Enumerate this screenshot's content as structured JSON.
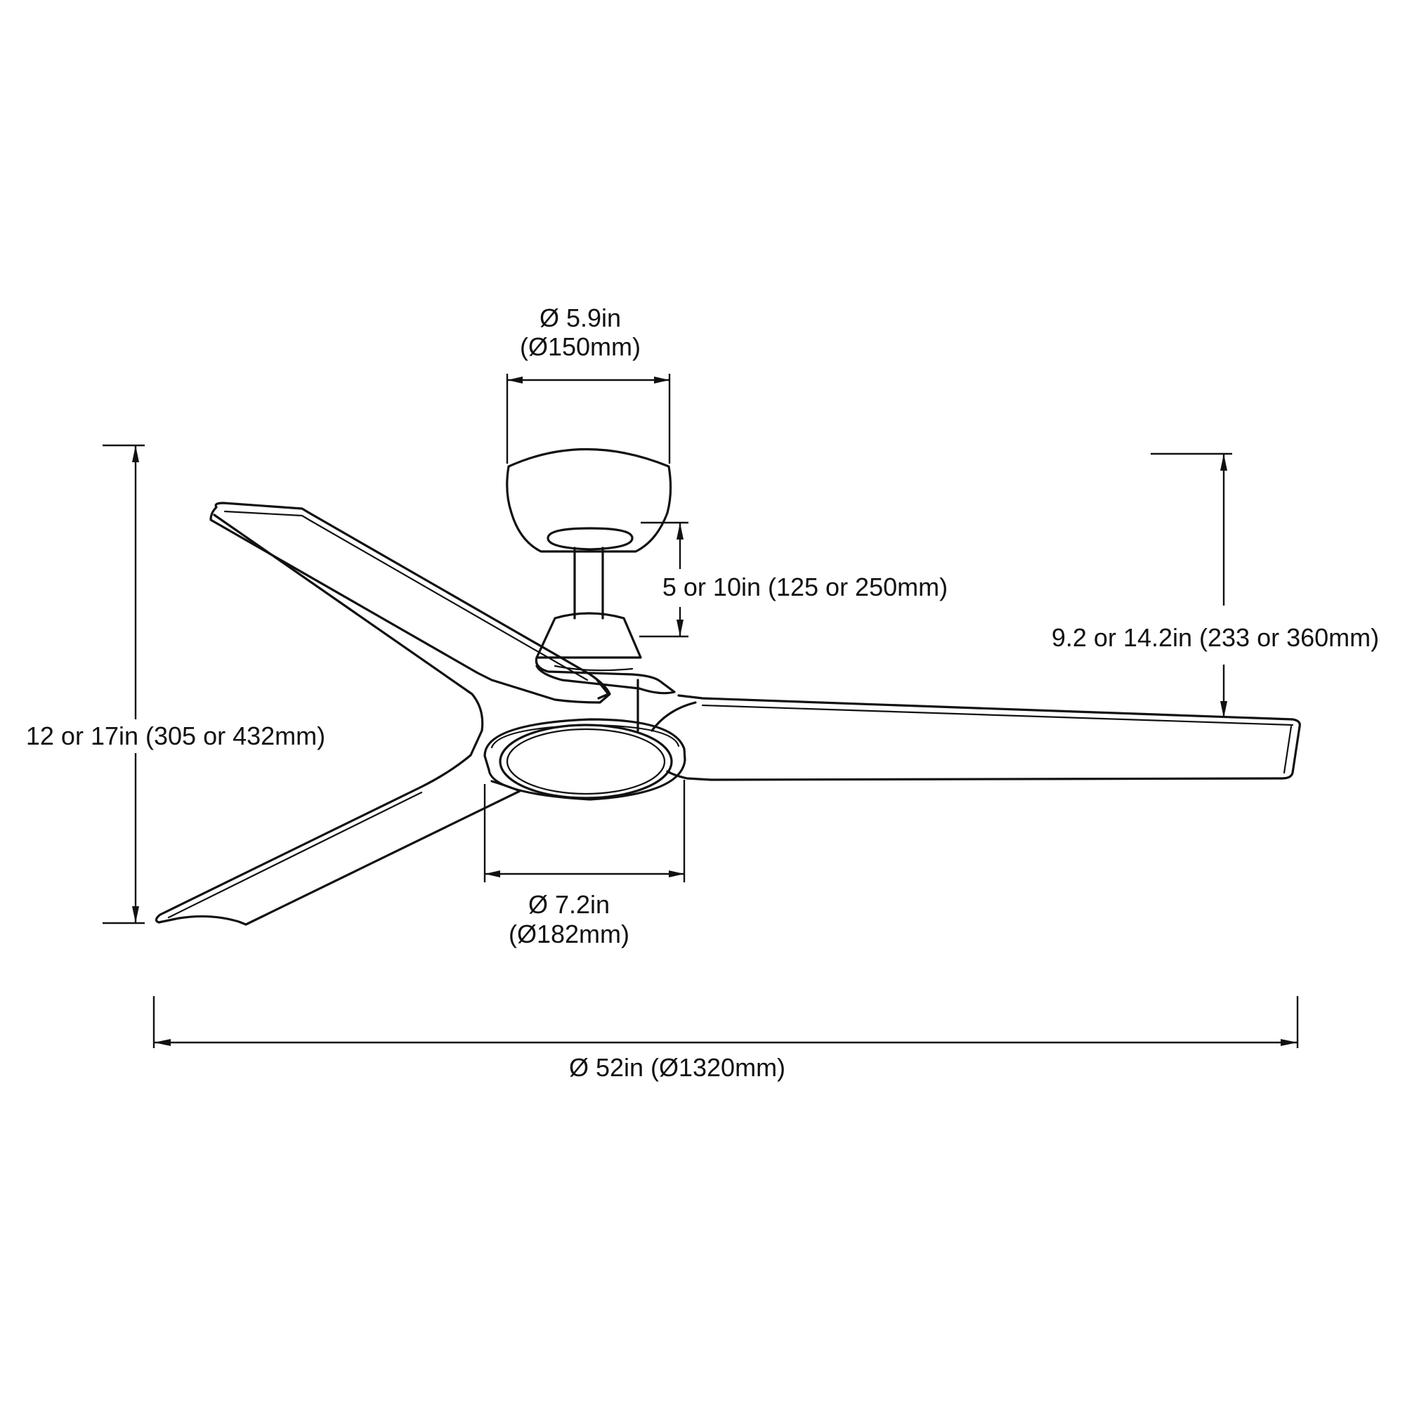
{
  "labels": {
    "canopy_diameter": "Ø 5.9in",
    "canopy_diameter_mm": "(Ø150mm)",
    "downrod_length": "5 or 10in (125 or 250mm)",
    "drop_to_blade": "9.2 or 14.2in (233 or 360mm)",
    "overall_height": "12 or 17in (305 or 432mm)",
    "light_diameter": "Ø 7.2in",
    "light_diameter_mm": "(Ø182mm)",
    "fan_diameter": "Ø 52in (Ø1320mm)"
  },
  "colors": {
    "line": "#111111",
    "background": "#ffffff"
  }
}
